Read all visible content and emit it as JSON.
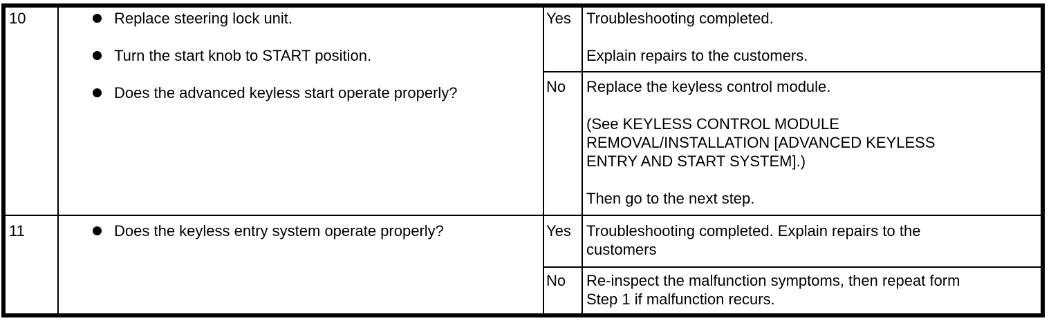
{
  "table": {
    "rows": [
      {
        "step": "10",
        "actions": [
          "Replace steering lock unit.",
          "Turn the start knob to START position.",
          "Does the advanced keyless start operate properly?"
        ],
        "results": [
          {
            "answer": "Yes",
            "lines": [
              "Troubleshooting completed.",
              "",
              "Explain repairs to the customers."
            ]
          },
          {
            "answer": "No",
            "lines": [
              "Replace the keyless control module.",
              "",
              "(See KEYLESS CONTROL MODULE",
              "REMOVAL/INSTALLATION [ADVANCED KEYLESS",
              "ENTRY AND START SYSTEM].)",
              "",
              "Then go to the next step."
            ]
          }
        ]
      },
      {
        "step": "11",
        "actions": [
          "Does the keyless entry system operate properly?"
        ],
        "results": [
          {
            "answer": "Yes",
            "lines": [
              "Troubleshooting completed. Explain repairs to the",
              "customers"
            ]
          },
          {
            "answer": "No",
            "lines": [
              "Re-inspect the malfunction symptoms, then repeat form",
              "Step 1 if malfunction recurs."
            ]
          }
        ]
      }
    ]
  },
  "icons": {
    "bullet": "filled-circle"
  },
  "colors": {
    "background": "#ffffff",
    "border": "#000000",
    "text": "#000000"
  }
}
